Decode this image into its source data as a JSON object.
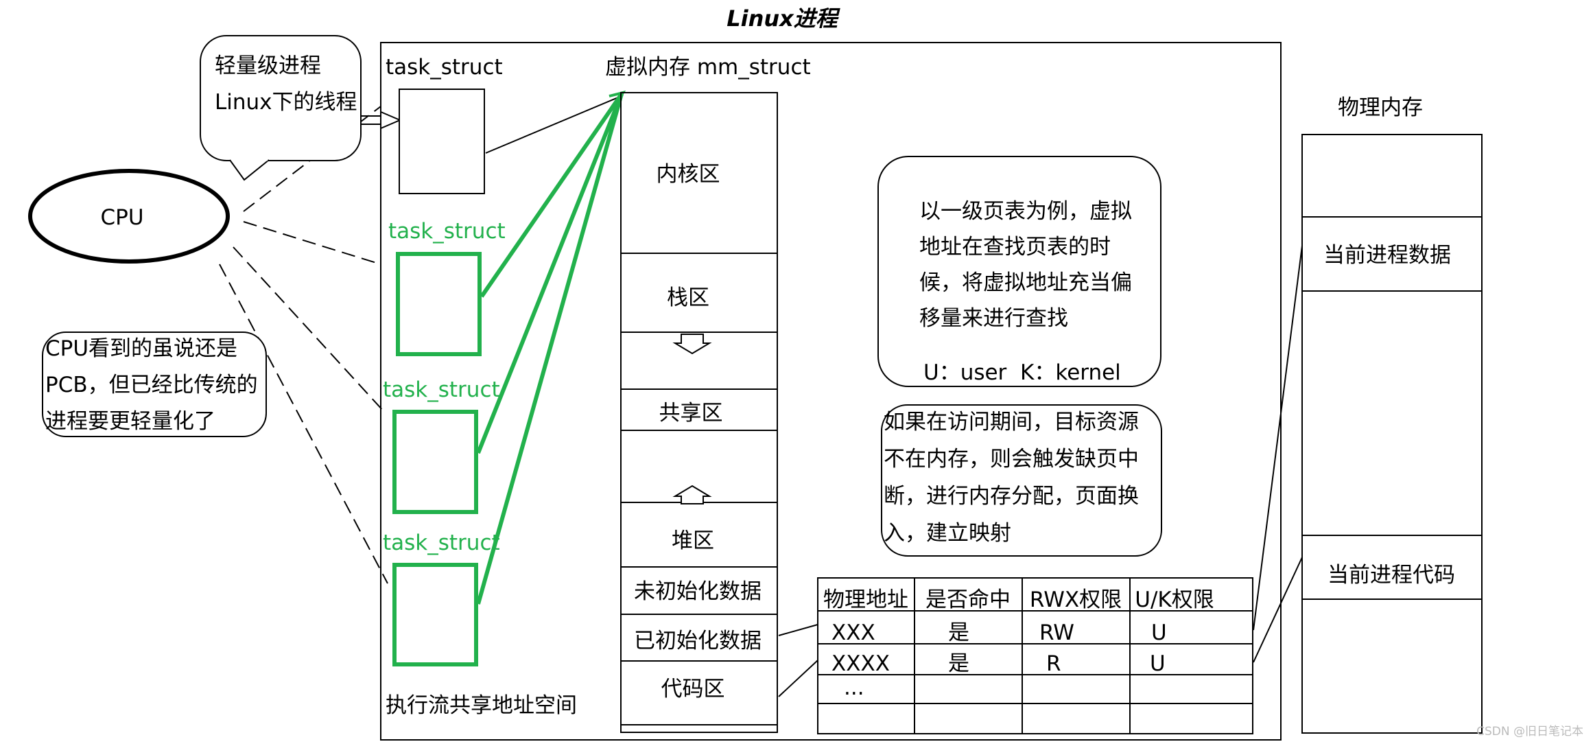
{
  "title": "Linux进程",
  "cpu_label": "CPU",
  "callout_lightweight": [
    "轻量级进程",
    "Linux下的线程"
  ],
  "callout_cpu_note": [
    "CPU看到的虽说还是",
    "PCB，但已经比传统的",
    "进程要更轻量化了"
  ],
  "task_struct_label": "task_struct",
  "green_task_labels": [
    "task_struct",
    "task_struct",
    "task_struct"
  ],
  "mm_struct_label": "虚拟内存 mm_struct",
  "memory_regions": [
    "内核区",
    "栈区",
    "共享区",
    "堆区",
    "未初始化数据",
    "已初始化数据",
    "代码区"
  ],
  "shared_address_space_label": "执行流共享地址空间",
  "page_table_note": [
    "以一级页表为例，虚拟",
    "地址在查找页表的时",
    "候，将虚拟地址充当偏",
    "移量来进行查找"
  ],
  "uk_legend": "U：user  K：kernel",
  "page_fault_note": [
    "如果在访问期间，目标资源",
    "不在内存，则会触发缺页中",
    "断，进行内存分配，页面换",
    "入，建立映射"
  ],
  "page_table": {
    "headers": [
      "物理地址",
      "是否命中",
      "RWX权限",
      "U/K权限"
    ],
    "rows": [
      [
        "XXX",
        "是",
        "RW",
        "U"
      ],
      [
        "XXXX",
        "是",
        "R",
        "U"
      ],
      [
        "...",
        "",
        "",
        ""
      ]
    ]
  },
  "physical_memory_label": "物理内存",
  "physical_regions": [
    "当前进程数据",
    "当前进程代码"
  ],
  "watermark": "CSDN @旧日笔记本",
  "colors": {
    "green": "#22b14c",
    "line": "#000000",
    "background": "#ffffff"
  }
}
